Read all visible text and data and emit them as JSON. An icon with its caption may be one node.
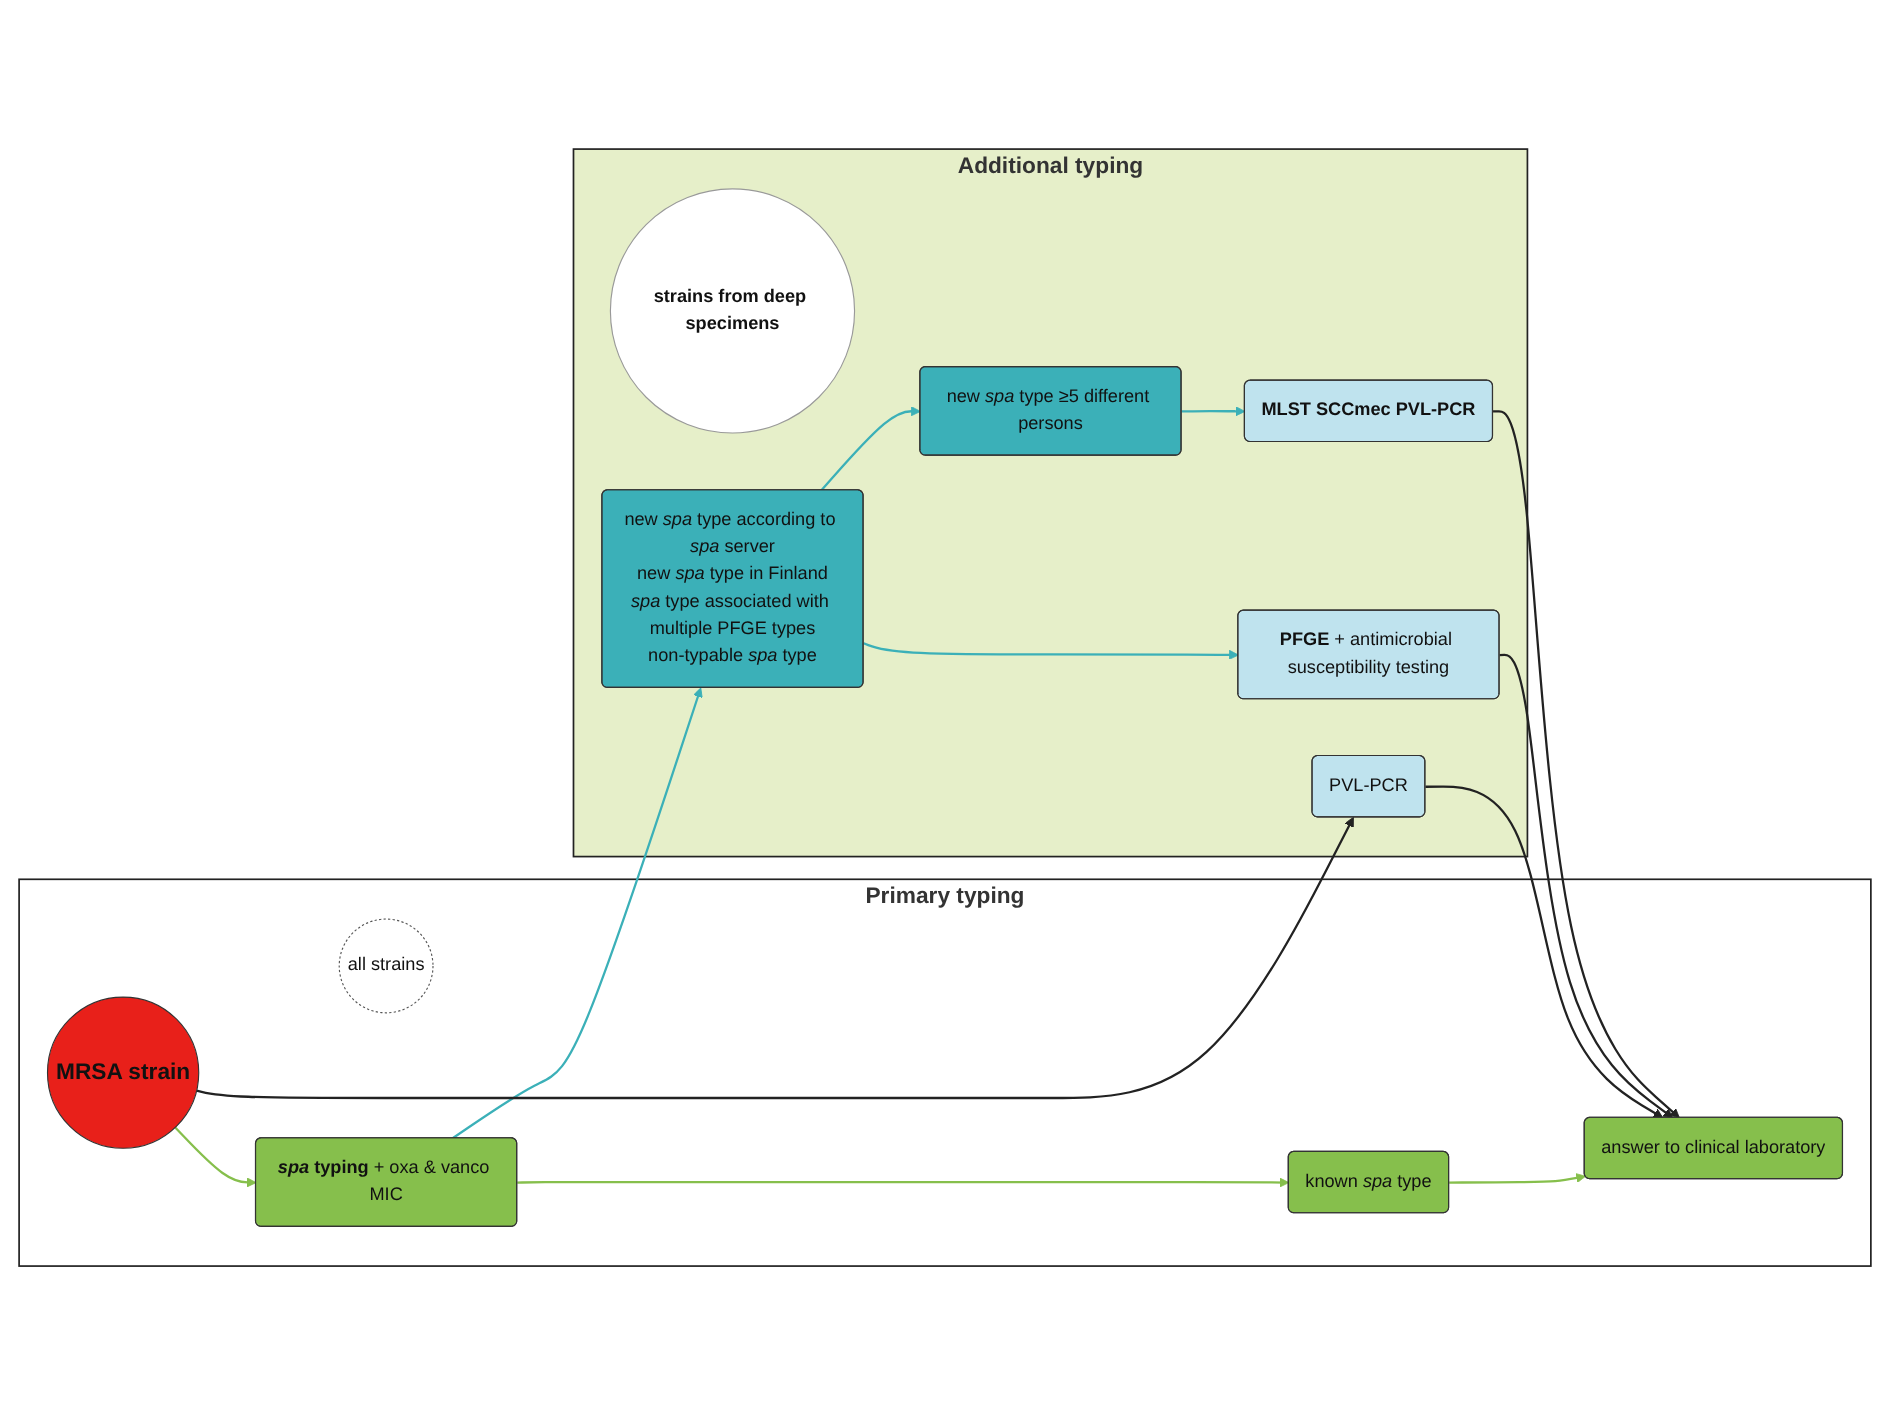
{
  "diagram": {
    "nodes": [
      {
        "text": [
          "Primary typing"
        ]
      },
      {
        "text": [
          "MRSA strain"
        ],
        "in": 0
      },
      {
        "text": [
          "all strains"
        ],
        "in": 0
      },
      {
        "text": [
          "***spa* typing** + oxa & vanco MIC"
        ],
        "in": 0
      },
      {
        "text": [
          "known *spa* type"
        ],
        "in": 0
      },
      {
        "text": [
          "answer to clinical laboratory"
        ],
        "in": 0
      },
      {
        "text": [
          "Additional typing"
        ]
      },
      {
        "text": [
          "strains from deep specimens"
        ],
        "in": 6
      },
      {
        "text": [
          "PVL-PCR"
        ],
        "in": 6
      },
      {
        "text": [
          "new *spa* type according to *spa* server",
          "new *spa* type in Finland",
          "*spa* type associated with multiple PFGE types",
          "non-typable *spa* type"
        ],
        "in": 6
      },
      {
        "text": [
          "**PFGE** + antimicrobial susceptibility testing"
        ],
        "in": 6
      },
      {
        "text": [
          "new *spa* type ≥5 different persons"
        ],
        "in": 6
      },
      {
        "text": [
          "MLST SCCmec PVL-PCR"
        ],
        "in": 6
      }
    ],
    "edges": [
      {
        "from": 1,
        "to": 3,
        "arrow": "to",
        "color": "#86bf4c"
      },
      {
        "from": 3,
        "to": 4,
        "arrow": "to",
        "color": "#86bf4c"
      },
      {
        "from": 4,
        "to": 5,
        "arrow": "to",
        "color": "#86bf4c"
      },
      {
        "from": 3,
        "to": 9,
        "arrow": "to",
        "color": "#3bb0b8"
      },
      {
        "from": 1,
        "to": 8,
        "arrow": "to",
        "color": "#222222"
      },
      {
        "from": 9,
        "to": 10,
        "arrow": "to",
        "color": "#3bb0b8"
      },
      {
        "from": 9,
        "to": 11,
        "arrow": "to",
        "color": "#3bb0b8"
      },
      {
        "from": 11,
        "to": 12,
        "arrow": "to",
        "color": "#3bb0b8"
      },
      {
        "from": 8,
        "to": 5,
        "arrow": "to",
        "color": "#222222"
      },
      {
        "from": 10,
        "to": 5,
        "arrow": "to",
        "color": "#222222"
      },
      {
        "from": 12,
        "to": 5,
        "arrow": "to",
        "color": "#222222"
      }
    ]
  }
}
